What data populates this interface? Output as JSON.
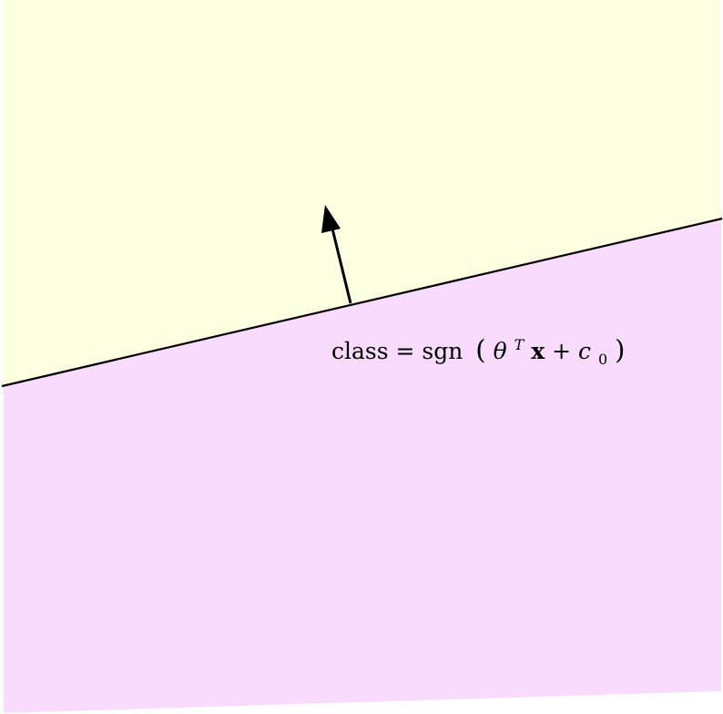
{
  "colors": {
    "upper_region": "#fdffe0",
    "lower_region": "#f9dcfd",
    "boundary_line": "#000000",
    "normal_arrow": "#000000"
  },
  "formula": {
    "prefix": "class = sgn",
    "open_paren": "(",
    "theta": "θ",
    "theta_exponent": "T",
    "x_vector": "x",
    "plus": " + ",
    "c": "c",
    "c_subscript": "0",
    "close_paren": ")"
  }
}
